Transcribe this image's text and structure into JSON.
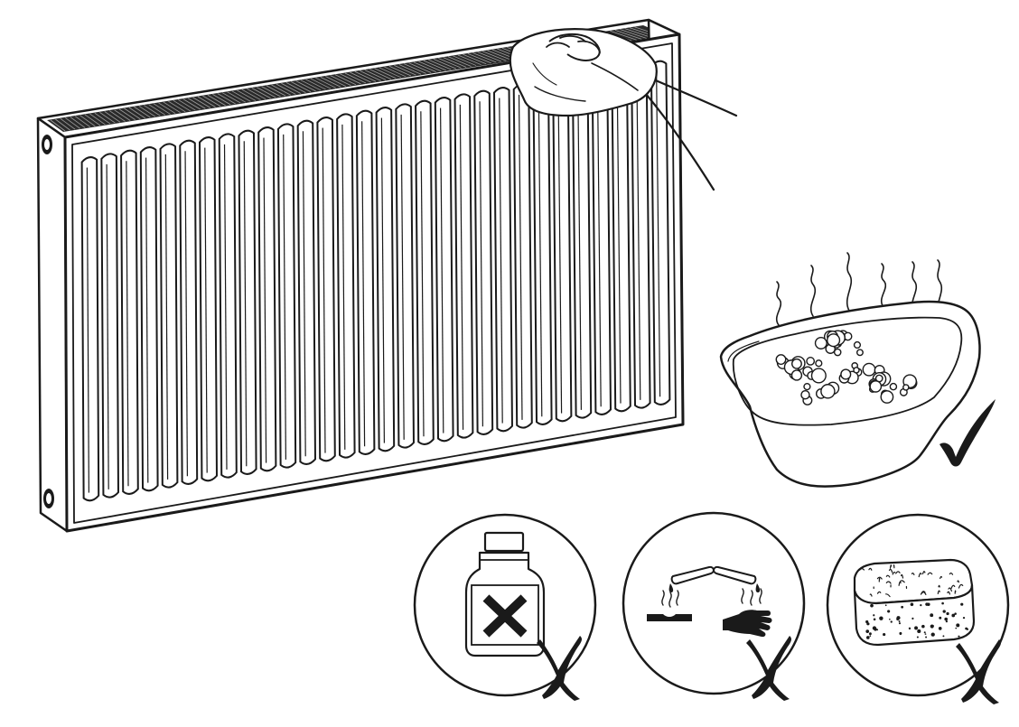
{
  "figure": {
    "ink_color": "#1a1a1a",
    "background": "#ffffff",
    "radiator": {
      "fin_count": 30,
      "icon": "radiator-icon"
    },
    "hand": {
      "icon": "hand-wiping-cloth-icon"
    },
    "bowl": {
      "icon": "soapy-water-bowl-icon",
      "verdict_icon": "check-mark-icon",
      "verdict": "allowed"
    },
    "prohibited": [
      {
        "id": "solvent",
        "icon": "solvent-bottle-icon",
        "verdict_icon": "cross-mark-icon",
        "verdict": "not-allowed"
      },
      {
        "id": "corrosive",
        "icon": "corrosive-chemical-icon",
        "verdict_icon": "cross-mark-icon",
        "verdict": "not-allowed"
      },
      {
        "id": "sponge",
        "icon": "abrasive-sponge-icon",
        "verdict_icon": "cross-mark-icon",
        "verdict": "not-allowed"
      }
    ]
  }
}
